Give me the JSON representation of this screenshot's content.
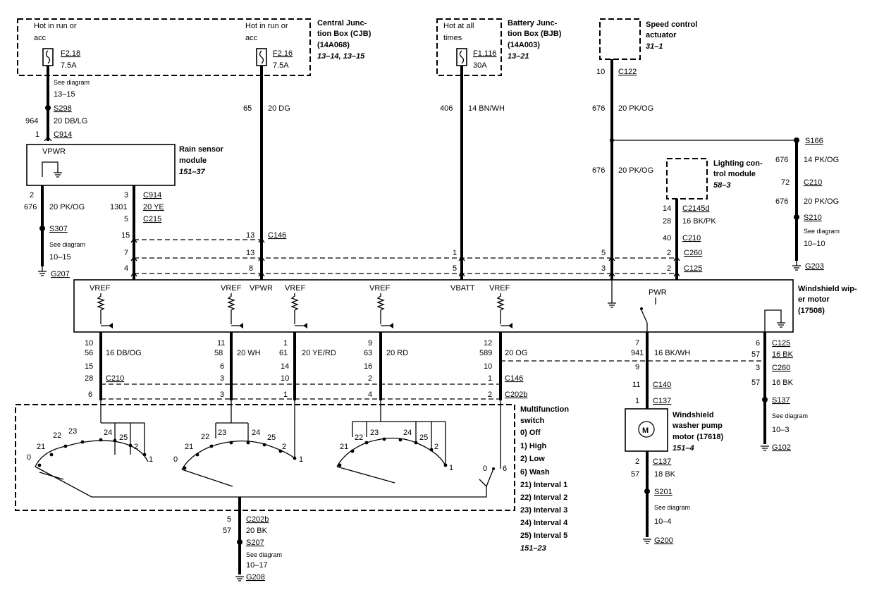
{
  "cjb": {
    "title": "Central Junc-",
    "title2": "tion Box (CJB)",
    "part": "(14A068)",
    "ref": "13–14, 13–15",
    "fuse1": {
      "label": "Hot in run or",
      "label2": "acc",
      "id": "F2.18",
      "amp": "7.5A"
    },
    "fuse2": {
      "label": "Hot in run or",
      "label2": "acc",
      "id": "F2.16",
      "amp": "7.5A"
    }
  },
  "bjb": {
    "title": "Battery Junc-",
    "title2": "tion Box (BJB)",
    "part": "(14A003)",
    "ref": "13–21",
    "fuse": {
      "label": "Hot at all",
      "label2": "times",
      "id": "F1.116",
      "amp": "30A"
    }
  },
  "speed_control": {
    "title": "Speed control",
    "title2": "actuator",
    "ref": "31–1"
  },
  "lighting_control": {
    "title": "Lighting con-",
    "title2": "trol module",
    "ref": "58–3"
  },
  "rain_sensor": {
    "title": "Rain sensor",
    "title2": "module",
    "ref": "151–37",
    "pin": "VPWR"
  },
  "wiper_motor": {
    "title": "Windshield wip-",
    "title2": "er motor",
    "part": "(17508)",
    "pins": [
      "VREF",
      "VREF",
      "VPWR",
      "VREF",
      "VREF",
      "VBATT",
      "VREF",
      "PWR"
    ]
  },
  "washer_pump": {
    "title": "Windshield",
    "title2": "washer pump",
    "title3": "motor (17618)",
    "ref": "151–4",
    "symbol": "M"
  },
  "multifunction": {
    "title": "Multifunction",
    "title2": "switch",
    "ref": "151–23",
    "positions": [
      "0)   Off",
      "1)   High",
      "2)   Low",
      "6)   Wash",
      "21) Interval 1",
      "22) Interval 2",
      "23) Interval 3",
      "24) Interval 4",
      "25) Interval 5"
    ],
    "contacts": [
      "0",
      "21",
      "22",
      "23",
      "24",
      "25",
      "2",
      "1",
      "0",
      "21",
      "22",
      "23",
      "24",
      "25",
      "2",
      "1",
      "21",
      "22",
      "23",
      "24",
      "25",
      "2",
      "1",
      "0",
      "6"
    ]
  },
  "wires": {
    "c1_see": "See diagram",
    "c1_seeref": "13–15",
    "c1_splice": "S298",
    "c1_circuit": "964",
    "c1_color": "20 DB/LG",
    "c1_pin": "1",
    "c1_conn": "C914",
    "c2_circuit": "65",
    "c2_color": "20 DG",
    "c3_circuit": "406",
    "c3_color": "14 BN/WH",
    "c4_pin": "10",
    "c4_conn": "C122",
    "c4_circuit": "676",
    "c4_color": "20 PK/OG",
    "c4b_circuit": "676",
    "c4b_color": "20 PK/OG",
    "rs_pin": "2",
    "rs_circuit": "676",
    "rs_color": "20 PK/OG",
    "rs_splice": "S307",
    "rs_see": "See diagram",
    "rs_seeref": "10–15",
    "rs_ground": "G207",
    "rs2_pin": "3",
    "rs2_conn": "C914",
    "rs2_circuit": "1301",
    "rs2_color": "20 YE",
    "rs2_pin2": "5",
    "rs2_conn2": "C215",
    "s166": "S166",
    "r_circuit": "676",
    "r_color": "14 PK/OG",
    "r_pin": "72",
    "r_conn": "C210",
    "r_circuit2": "676",
    "r_color2": "20 PK/OG",
    "r_splice": "S210",
    "r_see": "See diagram",
    "r_seeref": "10–10",
    "r_ground": "G203",
    "lc_pin": "14",
    "lc_conn": "C2145d",
    "lc_circuit": "28",
    "lc_color": "16 BK/PK",
    "lc_pin2": "40",
    "lc_conn2": "C210",
    "bus_c146": "C146",
    "bus_c260": "C260",
    "bus_c125": "C125",
    "bus_row1": [
      "15",
      "13"
    ],
    "bus_row2": [
      "7",
      "13",
      "1",
      "5",
      "2"
    ],
    "bus_row3": [
      "4",
      "8",
      "5",
      "3",
      "2"
    ],
    "low": [
      {
        "pin": "10",
        "circuit": "56",
        "color": "16 DB/OG",
        "p2": "15",
        "c2": "28",
        "conn": "C210",
        "p3": "6"
      },
      {
        "pin": "11",
        "circuit": "58",
        "color": "20 WH",
        "p2": "6",
        "c2": "3",
        "p3": "3"
      },
      {
        "pin": "1",
        "circuit": "61",
        "color": "20 YE/RD",
        "p2": "14",
        "c2": "10",
        "p3": "1"
      },
      {
        "pin": "9",
        "circuit": "63",
        "color": "20 RD",
        "p2": "16",
        "c2": "2",
        "p3": "4"
      },
      {
        "pin": "12",
        "circuit": "589",
        "color": "20 OG",
        "p2": "10",
        "c2": "1",
        "conn": "C146",
        "p3": "2",
        "conn3": "C202b"
      }
    ],
    "pump_pin": "7",
    "pump_circuit": "941",
    "pump_color": "16 BK/WH",
    "pump_p2": "9",
    "pump_p3": "11",
    "pump_c3": "C140",
    "pump_p4": "1",
    "pump_c4": "C137",
    "pump_p5": "2",
    "pump_c5": "C137",
    "pump_circuit2": "57",
    "pump_color2": "18 BK",
    "pump_splice": "S201",
    "pump_see": "See diagram",
    "pump_seeref": "10–4",
    "pump_ground": "G200",
    "gnd_pin": "6",
    "gnd_conn": "C125",
    "gnd_circuit": "57",
    "gnd_color": "16 BK",
    "gnd_pin2": "3",
    "gnd_conn2": "C260",
    "gnd_circuit2": "57",
    "gnd_color2": "16 BK",
    "gnd_splice": "S137",
    "gnd_see": "See diagram",
    "gnd_seeref": "10–3",
    "gnd_ground": "G102",
    "ms_pin": "5",
    "ms_conn": "C202b",
    "ms_circuit": "57",
    "ms_color": "20 BK",
    "ms_splice": "S207",
    "ms_see": "See diagram",
    "ms_seeref": "10–17",
    "ms_ground": "G208"
  }
}
